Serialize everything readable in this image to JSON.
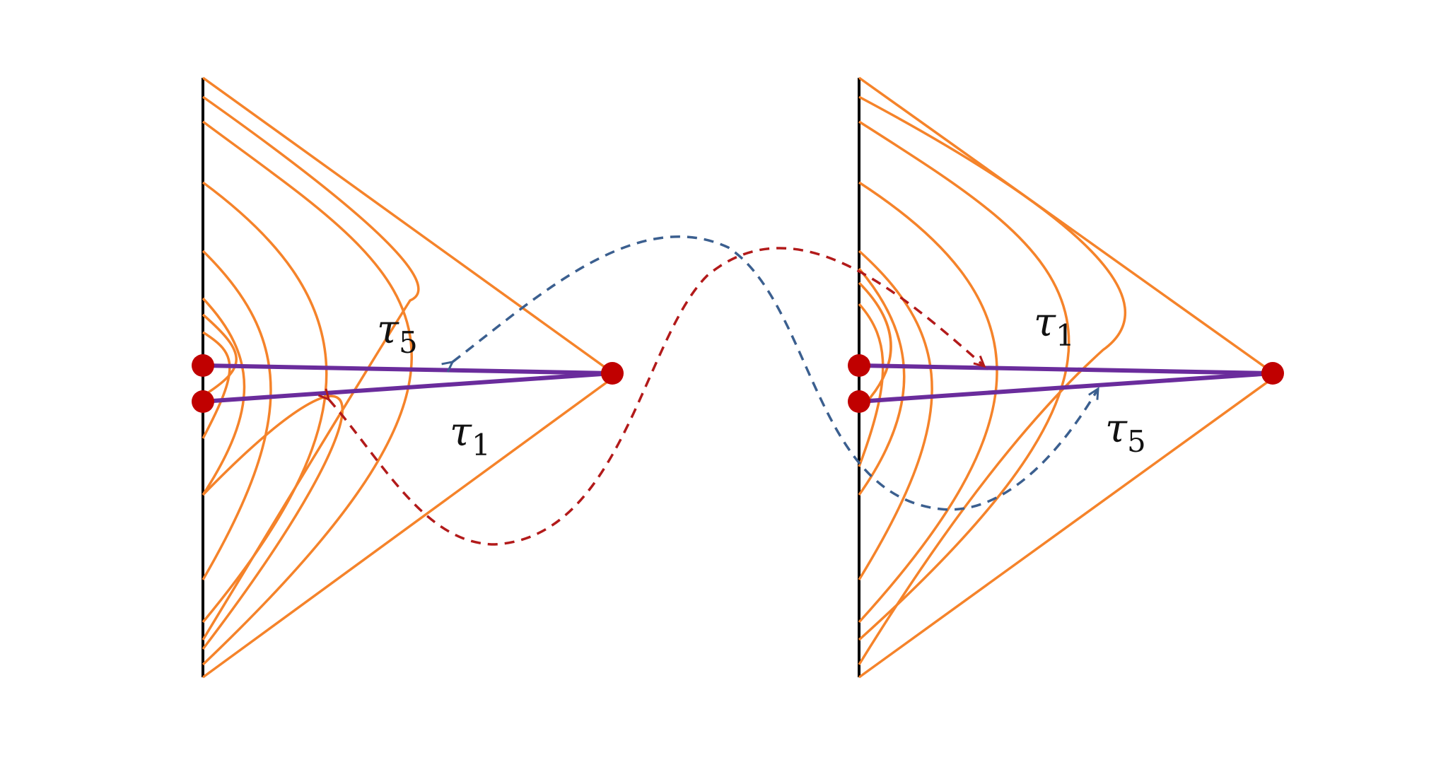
{
  "colors": {
    "background": "#ffffff",
    "boundary": "#000000",
    "curves": "#f5832a",
    "segment": "#6a2c9c",
    "points": "#c00000",
    "arrow_red": "#b21a1a",
    "arrow_blue": "#3b5f8f"
  },
  "left_panel": {
    "label_top": {
      "symbol": "τ",
      "subscript": "5"
    },
    "label_bottom": {
      "symbol": "τ",
      "subscript": "1"
    }
  },
  "right_panel": {
    "label_top": {
      "symbol": "τ",
      "subscript": "1"
    },
    "label_bottom": {
      "symbol": "τ",
      "subscript": "5"
    }
  }
}
